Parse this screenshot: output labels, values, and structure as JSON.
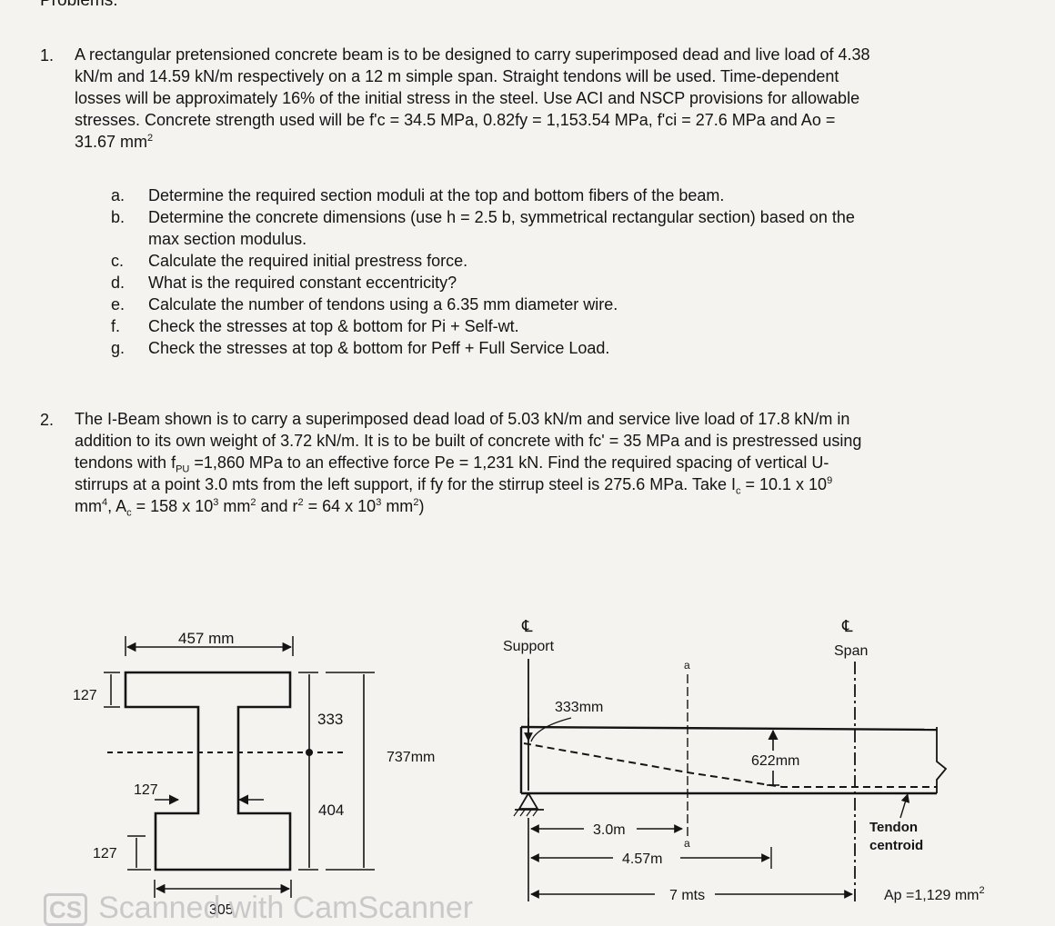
{
  "header": "Problems:",
  "problem1": {
    "number": "1.",
    "lines": [
      "A rectangular pretensioned concrete beam is to be designed to carry superimposed dead and live load of 4.38",
      "kN/m and 14.59 kN/m respectively on a 12 m simple span. Straight tendons will be used. Time-dependent",
      "losses will be approximately 16% of the initial stress in the steel. Use ACI and NSCP provisions for allowable",
      "stresses. Concrete strength used will be f'c = 34.5 MPa, 0.82fy = 1,153.54 MPa, f'ci = 27.6 MPa and Ao =",
      "31.67 mm"
    ],
    "ao_exponent": "2",
    "items": [
      {
        "label": "a.",
        "text": "Determine the required section moduli at the top and bottom fibers of the beam."
      },
      {
        "label": "b.",
        "text": "Determine the concrete dimensions (use h = 2.5 b, symmetrical rectangular section) based on the"
      },
      {
        "label": "",
        "text": "max section modulus."
      },
      {
        "label": "c.",
        "text": "Calculate the required initial prestress force."
      },
      {
        "label": "d.",
        "text": "What is the required constant eccentricity?"
      },
      {
        "label": "e.",
        "text": "Calculate the number of tendons using a 6.35 mm diameter wire."
      },
      {
        "label": "f.",
        "text": "Check the stresses at top & bottom for Pi + Self-wt."
      },
      {
        "label": "g.",
        "text": "Check the stresses at top & bottom for Peff + Full Service Load."
      }
    ]
  },
  "problem2": {
    "number": "2.",
    "line1": "The I-Beam shown is to carry a superimposed dead load of 5.03 kN/m and service live load of 17.8 kN/m in",
    "line2": "addition to its own weight of 3.72 kN/m. It is to be built of concrete with fc' = 35 MPa and is prestressed using",
    "line3a": "tendons with f",
    "line3sub": "PU",
    "line3b": " =1,860 MPa to an effective force Pe = 1,231 kN. Find the required spacing of vertical U-",
    "line4a": "stirrups at a point 3.0 mts from the left support, if fy for the stirrup steel is 275.6 MPa. Take I",
    "line4sub": "c",
    "line4b": " = 10.1 x 10",
    "line4sup": "9",
    "line5a": "mm",
    "line5sup1": "4",
    "line5b": ", A",
    "line5sub": "c",
    "line5c": " = 158 x 10",
    "line5sup2": "3",
    "line5d": " mm",
    "line5sup3": "2",
    "line5e": " and r",
    "line5sup4": "2",
    "line5f": " = 64 x 10",
    "line5sup5": "3",
    "line5g": " mm",
    "line5sup6": "2",
    "line5h": ")"
  },
  "section": {
    "top_width": "457 mm",
    "flange_top": "127",
    "web_label": "127",
    "flange_bot": "127",
    "upper_dim": "333",
    "lower_dim": "404",
    "total_depth": "737mm",
    "bottom_width": "305"
  },
  "elevation": {
    "cl_symbol": "℄",
    "support_label": "Support",
    "span_label": "Span",
    "offset_label": "333mm",
    "drop_label": "622mm",
    "dim_3": "3.0m",
    "dim_457": "4.57m",
    "dim_7": "7 mts",
    "tendon_label_1": "Tendon",
    "tendon_label_2": "centroid",
    "section_mark": "a",
    "section_mark_2": "a",
    "area_label": "Ap =1,129 mm",
    "area_exp": "2"
  },
  "watermark": {
    "icon": "CS",
    "text": "Scanned with CamScanner"
  }
}
